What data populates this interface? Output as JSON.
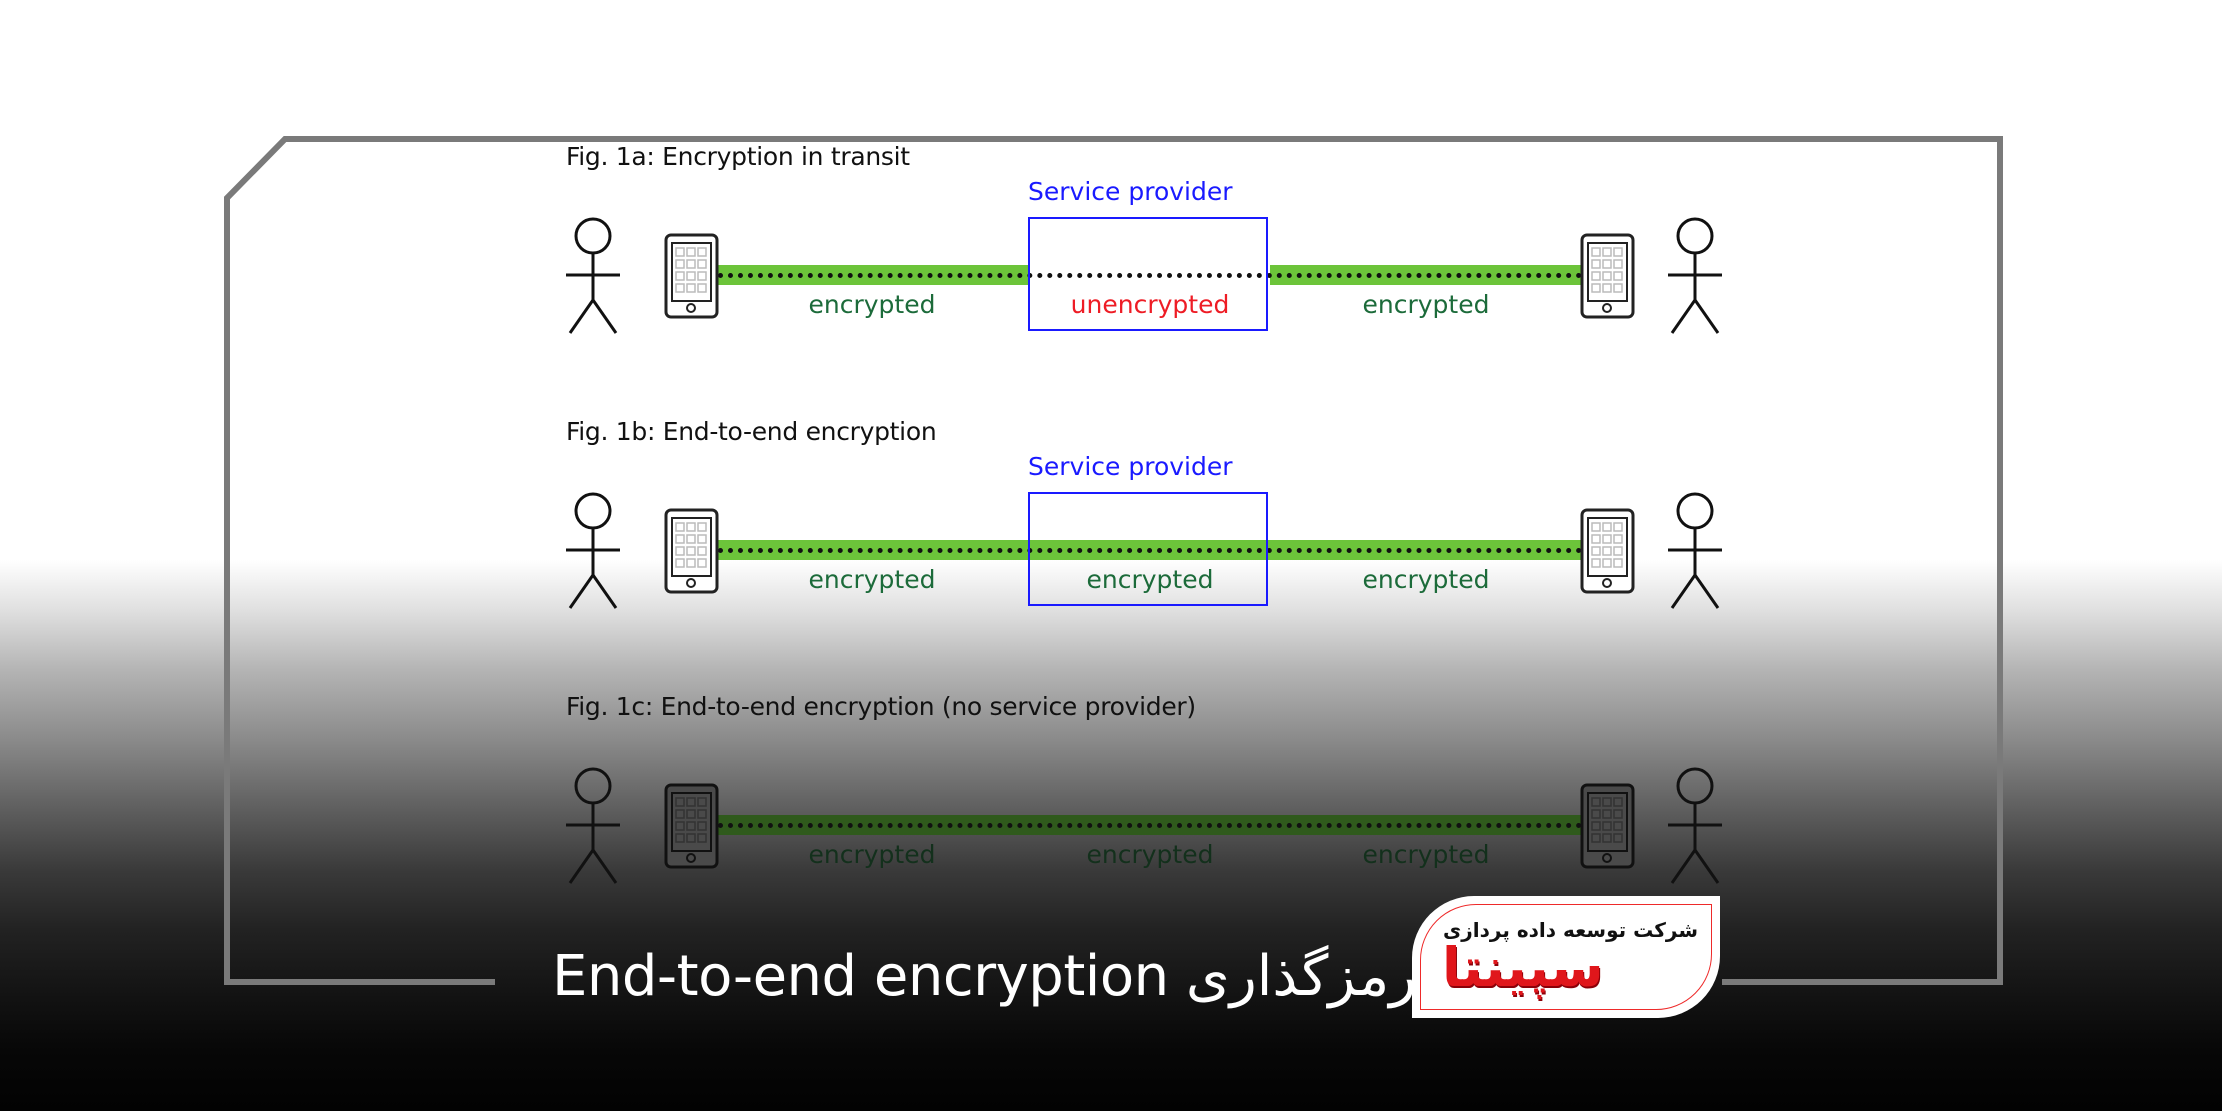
{
  "figures": [
    {
      "title": "Fig. 1a: Encryption in transit",
      "service_provider": {
        "label": "Service provider",
        "present": true
      },
      "segments": [
        {
          "label": "encrypted",
          "status": "encrypted"
        },
        {
          "label": "unencrypted",
          "status": "unencrypted"
        },
        {
          "label": "encrypted",
          "status": "encrypted"
        }
      ]
    },
    {
      "title": "Fig. 1b: End-to-end encryption",
      "service_provider": {
        "label": "Service provider",
        "present": true
      },
      "segments": [
        {
          "label": "encrypted",
          "status": "encrypted"
        },
        {
          "label": "encrypted",
          "status": "encrypted"
        },
        {
          "label": "encrypted",
          "status": "encrypted"
        }
      ]
    },
    {
      "title": "Fig. 1c: End-to-end encryption (no service provider)",
      "service_provider": {
        "label": "",
        "present": false
      },
      "segments": [
        {
          "label": "encrypted",
          "status": "encrypted"
        },
        {
          "label": "encrypted",
          "status": "encrypted"
        },
        {
          "label": "encrypted",
          "status": "encrypted"
        }
      ]
    }
  ],
  "caption": "End-to-end encryption رمزگذاری",
  "logo": {
    "company_text": "شرکت توسعه داده پردازی",
    "brand_mark": "سپینتا"
  },
  "colors": {
    "encrypted_bar": "#6cc43a",
    "encrypted_text": "#1c6b3a",
    "unencrypted_text": "#ee1c25",
    "service_provider": "#1a1aff",
    "frame": "#7a7a7a",
    "logo_red": "#e0161b"
  }
}
